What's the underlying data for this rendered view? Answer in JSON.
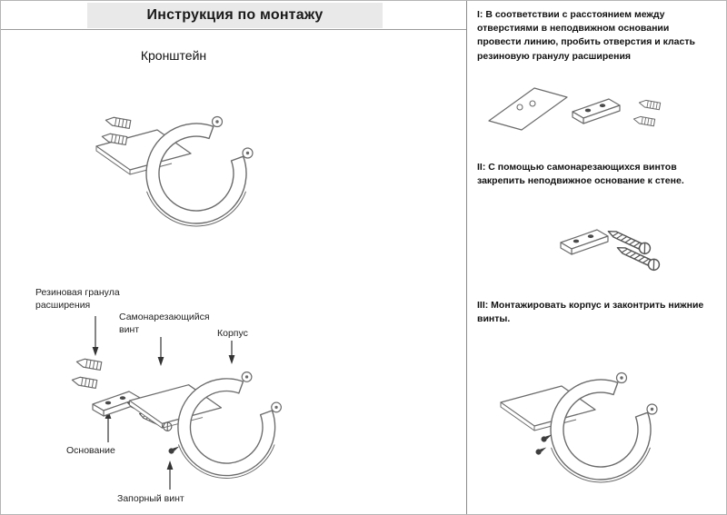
{
  "colors": {
    "header_bg": "#e9e9e9",
    "drawing_line": "#6b6b6b",
    "text": "#1a1a1a"
  },
  "header": {
    "title": "Инструкция по монтажу"
  },
  "left_panel": {
    "subtitle": "Кронштейн",
    "part_labels": {
      "rubber_granule": "Резиновая гранула расширения",
      "self_tapping_screw": "Самонарезающийся винт",
      "body": "Корпус",
      "base": "Основание",
      "locking_screw": "Запорный винт"
    }
  },
  "right_panel": {
    "steps": [
      {
        "text": "I: В соответствии с расстоянием между отверстиями в неподвижном основании провести линию, пробить отверстия и класть резиновую гранулу расширения"
      },
      {
        "text": "II: С помощью самонарезающихся винтов закрепить неподвижное основание к стене."
      },
      {
        "text": "III: Монтажировать корпус и законтрить нижние винты."
      }
    ]
  }
}
